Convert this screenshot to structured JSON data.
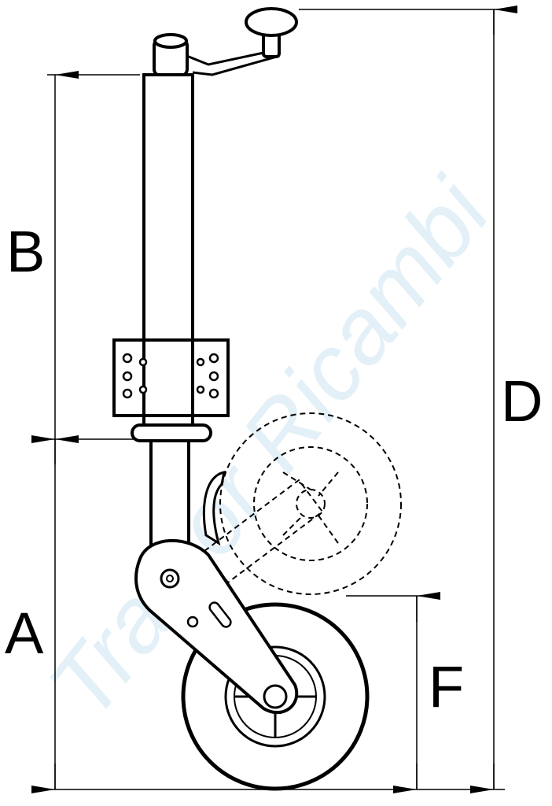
{
  "dimensions": {
    "B": "B",
    "A": "A",
    "D": "D",
    "F": "F"
  },
  "watermark": "Tractor Ricambi",
  "colors": {
    "line": "#000000",
    "watermark": "#d6e9f4"
  }
}
